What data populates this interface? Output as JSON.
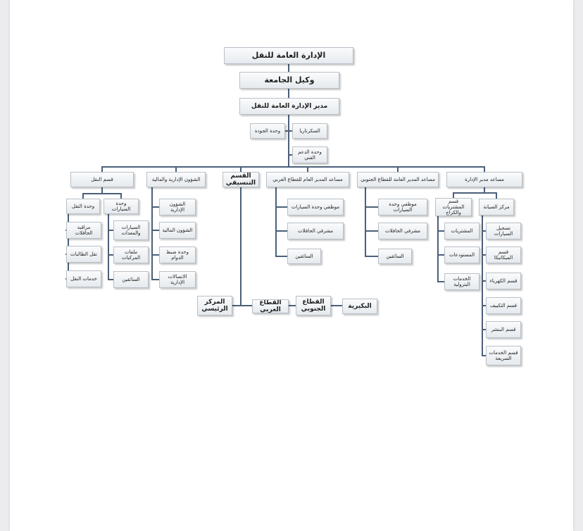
{
  "diagram": {
    "top": {
      "transport_admin": "الإدارة العامة للنقل",
      "vice_rector": "وكيل الجامعة",
      "director": "مدير الإدارة العامة للنقل",
      "secretary": "السكرتاريا",
      "quality_unit": "وحدة الجودة",
      "tech_support": "وحدة الدعم الفني"
    },
    "divisions": {
      "transport": "قسم النقل",
      "admin_finance": "الشؤون الإدارية والمالية",
      "coordination": "القسم التنسيقي",
      "asst_west": "مساعد المدير العام للقطاع الغربي",
      "asst_south": "مساعد المدير العامة للقطاع الجنوبي",
      "asst_admin": "مساعد مدير الإدارة"
    },
    "transport_sub": {
      "transport_unit": "وحدة النقل",
      "cars_unit": "وحدة السيارات",
      "bus_monitoring": "مراقبة الحافلات",
      "student_transport": "نقل الطالبات",
      "transport_services": "خدمات النقل",
      "cars_equipment": "السيارات والمعدات",
      "vehicle_files": "ملفات المركبات",
      "drivers": "السائقين"
    },
    "admin_sub": {
      "admin_affairs": "الشؤون الإدارية",
      "finance_affairs": "الشؤون المالية",
      "attendance_unit": "وحدة ضبط الدوام",
      "admin_comms": "الاتصالات الإدارية"
    },
    "sectors": {
      "main_center": "المركز الرئيسي",
      "west": "القطاع الغربي",
      "south": "القطاع الجنوبي",
      "bukayriyah": "البكيرية"
    },
    "west_sub": {
      "cars_staff": "موظفي وحدة السيارات",
      "bus_supervisors": "مشرفي الحافلات",
      "drivers": "السائقين"
    },
    "south_sub": {
      "cars_staff": "موظفي وحدة السيارات",
      "bus_supervisors": "مشرفي الحافلات",
      "drivers": "السائقين"
    },
    "admin_asst_sub": {
      "procurement_garage": "قسم المشتريات والكراج",
      "maintenance_center": "مركز الصيانة",
      "purchases": "المشتريات",
      "warehouses": "المستودعات",
      "petroleum_services": "الخدمات البترولية",
      "car_registration": "تسجيل السيارات",
      "mechanics": "قسم الميكانيكا",
      "electricity": "قسم الكهرباء",
      "ac": "قسم التكييف",
      "tires": "قسم البنشر",
      "quick_services": "قسم الخدمات السريعة"
    }
  },
  "colors": {
    "connector": "#4a5f7a",
    "box_border": "#b9c0c7",
    "page": "#ffffff"
  }
}
